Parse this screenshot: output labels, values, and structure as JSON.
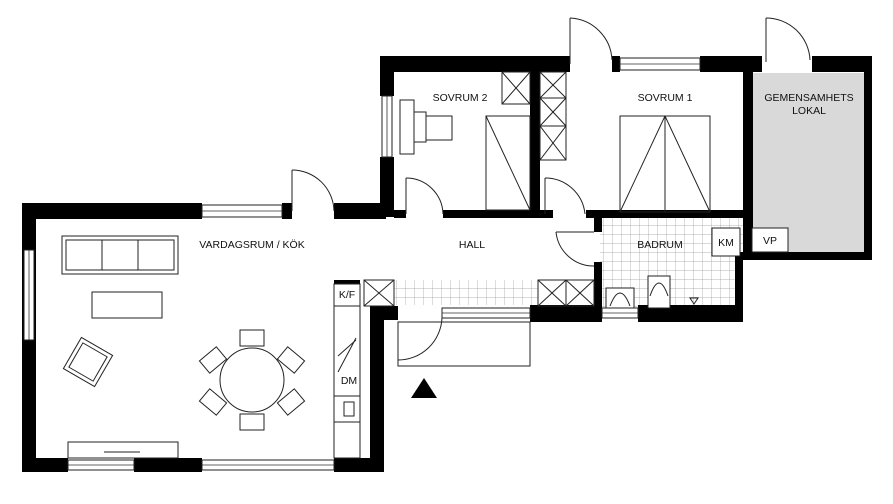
{
  "floor_plan": {
    "rooms": {
      "living_kitchen": "VARDAGSRUM / KÖK",
      "hall": "HALL",
      "bedroom_2": "SOVRUM 2",
      "bedroom_1": "SOVRUM 1",
      "bathroom": "BADRUM",
      "common_room_line1": "GEMENSAMHETS",
      "common_room_line2": "LOKAL"
    },
    "fixtures": {
      "fridge_freezer": "K/F",
      "dishwasher": "DM",
      "washing_machine": "KM",
      "vp": "VP"
    },
    "colors": {
      "wall": "#000000",
      "common_room_fill": "#d9d9d9",
      "tile_grid": "#9a9a9a"
    },
    "icons": {
      "entrance": "entrance-arrow-icon"
    }
  }
}
